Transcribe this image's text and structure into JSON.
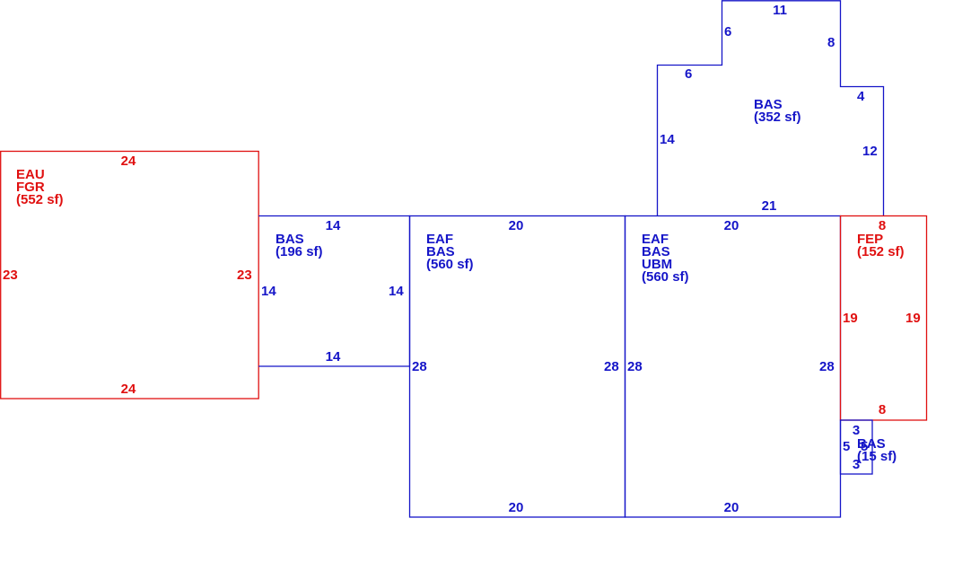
{
  "colors": {
    "blue": "#1515c8",
    "red": "#e01010"
  },
  "areas": {
    "garage": {
      "line1": "EAU",
      "line2": "FGR",
      "size": "(552 sf)",
      "top": "24",
      "bottom": "24",
      "left": "23",
      "right": "23"
    },
    "bas_small": {
      "line1": "BAS",
      "size": "(196 sf)",
      "top": "14",
      "bottom": "14",
      "left": "14",
      "right": "14"
    },
    "eaf_bas": {
      "line1": "EAF",
      "line2": "BAS",
      "size": "(560 sf)",
      "top": "20",
      "bottom": "20",
      "left": "28",
      "right": "28"
    },
    "eaf_bas_ubm": {
      "line1": "EAF",
      "line2": "BAS",
      "line3": "UBM",
      "size": "(560 sf)",
      "top": "20",
      "bottom": "20",
      "left": "28",
      "right": "28"
    },
    "bas_upper": {
      "line1": "BAS",
      "size": "(352 sf)",
      "d_top": "11",
      "d_step_up": "6",
      "d_right_upper": "8",
      "d_step_left": "6",
      "d_step_right": "4",
      "d_left": "14",
      "d_right_lower": "12",
      "d_bottom": "21"
    },
    "fep": {
      "line1": "FEP",
      "size": "(152 sf)",
      "top": "8",
      "bottom": "8",
      "left": "19",
      "right": "19"
    },
    "bas_tiny": {
      "line1": "BAS",
      "size": "(15 sf)",
      "top": "3",
      "bottom": "3",
      "left": "5",
      "right": "5"
    }
  }
}
